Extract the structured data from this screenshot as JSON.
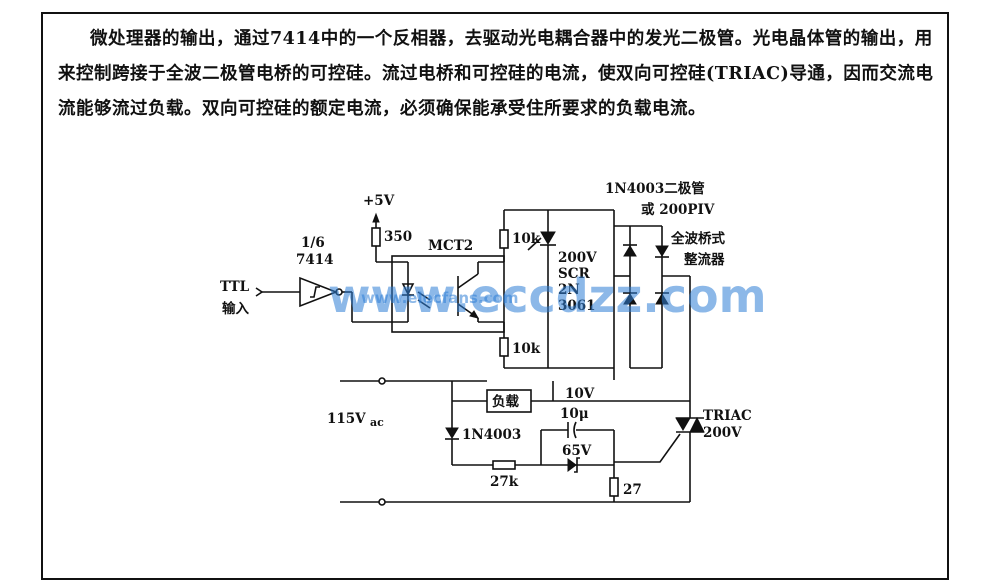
{
  "description": "微处理器的输出，通过7414中的一个反相器，去驱动光电耦合器中的发光二极管。光电晶体管的输出，用来控制跨接于全波二极管电桥的可控硅。流过电桥和可控硅的电流，使双向可控硅(TRIAC)导通，因而交流电流能够流过负载。双向可控硅的额定电流，必须确保能承受住所要求的负载电流。",
  "circuit": {
    "supply": "+5V",
    "r_led": "350",
    "inverter_frac": "1/6",
    "inverter_part": "7414",
    "input_label": "TTL",
    "input_sub": "输入",
    "optocoupler": "MCT2",
    "r_top": "10k",
    "r_bottom": "10k",
    "scr_v": "200V",
    "scr_type": "SCR",
    "scr_p1": "2N",
    "scr_p2": "3061",
    "diode_note1": "1N4003二极管",
    "diode_note2": "或 200PIV",
    "bridge1": "全波桥式",
    "bridge2": "整流器",
    "ac_voltage": "115V",
    "ac_sub": "ac",
    "load": "负载",
    "diode_1n": "1N4003",
    "cap_v": "10V",
    "cap_val": "10μ",
    "zener_v": "65V",
    "r_27k": "27k",
    "r_27": "27",
    "triac": "TRIAC",
    "triac_v": "200V"
  },
  "watermark": {
    "main": "www.eccdzz.com",
    "small": "www.elecfans.com"
  },
  "colors": {
    "ink": "#111111",
    "watermark": "#2f7fd6"
  }
}
